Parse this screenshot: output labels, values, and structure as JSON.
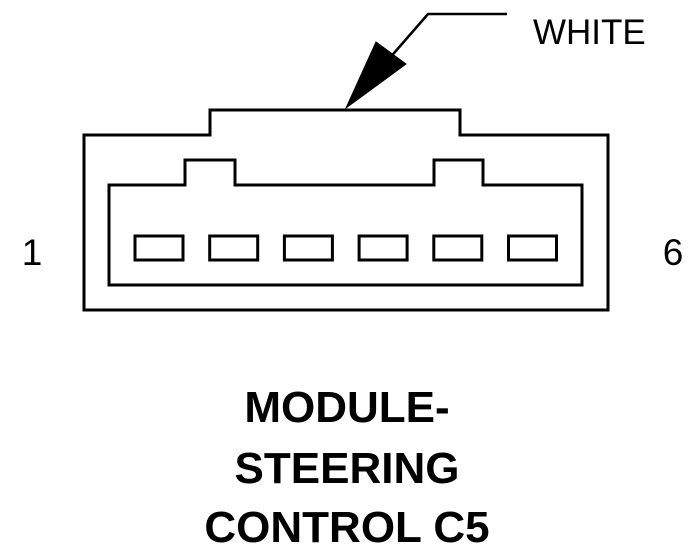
{
  "connector": {
    "color_label": "WHITE",
    "pin_first_label": "1",
    "pin_last_label": "6",
    "pin_count": 6
  },
  "title_lines": [
    "MODULE-",
    "STEERING",
    "CONTROL C5"
  ],
  "colors": {
    "stroke": "#000000",
    "background": "#ffffff"
  }
}
